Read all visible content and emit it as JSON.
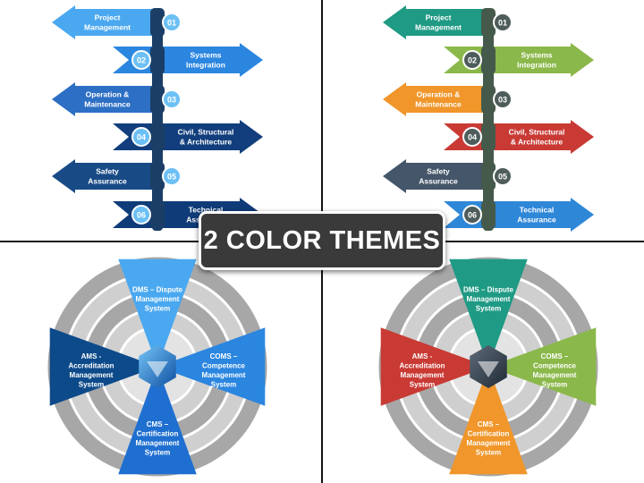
{
  "title": "2 COLOR THEMES",
  "arrow_steps": [
    {
      "num": "01",
      "lines": [
        "Project",
        "Management"
      ],
      "dir": "left"
    },
    {
      "num": "02",
      "lines": [
        "Systems",
        "Integration"
      ],
      "dir": "right"
    },
    {
      "num": "03",
      "lines": [
        "Operation &",
        "Maintenance"
      ],
      "dir": "left"
    },
    {
      "num": "04",
      "lines": [
        "Civil, Structural",
        "& Architecture"
      ],
      "dir": "right"
    },
    {
      "num": "05",
      "lines": [
        "Safety",
        "Assurance"
      ],
      "dir": "left"
    },
    {
      "num": "06",
      "lines": [
        "Technical",
        "Assurance"
      ],
      "dir": "right"
    }
  ],
  "wheel_segments": [
    {
      "key": "dms",
      "lines": [
        "DMS – Dispute",
        "Management",
        "System"
      ]
    },
    {
      "key": "coms",
      "lines": [
        "COMS –",
        "Competence",
        "Management",
        "System"
      ]
    },
    {
      "key": "cms",
      "lines": [
        "CMS –",
        "Certification",
        "Management",
        "System"
      ]
    },
    {
      "key": "ams",
      "lines": [
        "AMS -",
        "Accreditation",
        "Management",
        "System"
      ]
    }
  ],
  "themes": {
    "blue": {
      "arrows": [
        "#4aa8f0",
        "#2b86e0",
        "#2d6fc4",
        "#123e7d",
        "#184b86",
        "#0f3b78"
      ],
      "wheel": {
        "dms": "#4aa8f0",
        "coms": "#2b86e0",
        "cms": "#1f6fd0",
        "ams": "#0d4a8a"
      },
      "spine": "#1b3e66",
      "badge": "#6cc0f5"
    },
    "multi": {
      "arrows": [
        "#1f9a84",
        "#8bb84a",
        "#f0962a",
        "#c93a34",
        "#45566a",
        "#2f87d8"
      ],
      "wheel": {
        "dms": "#1f9a84",
        "coms": "#8bb84a",
        "cms": "#f0962a",
        "ams": "#c93a34"
      },
      "spine": "#465a4c",
      "badge": "#4e5d5b"
    }
  }
}
